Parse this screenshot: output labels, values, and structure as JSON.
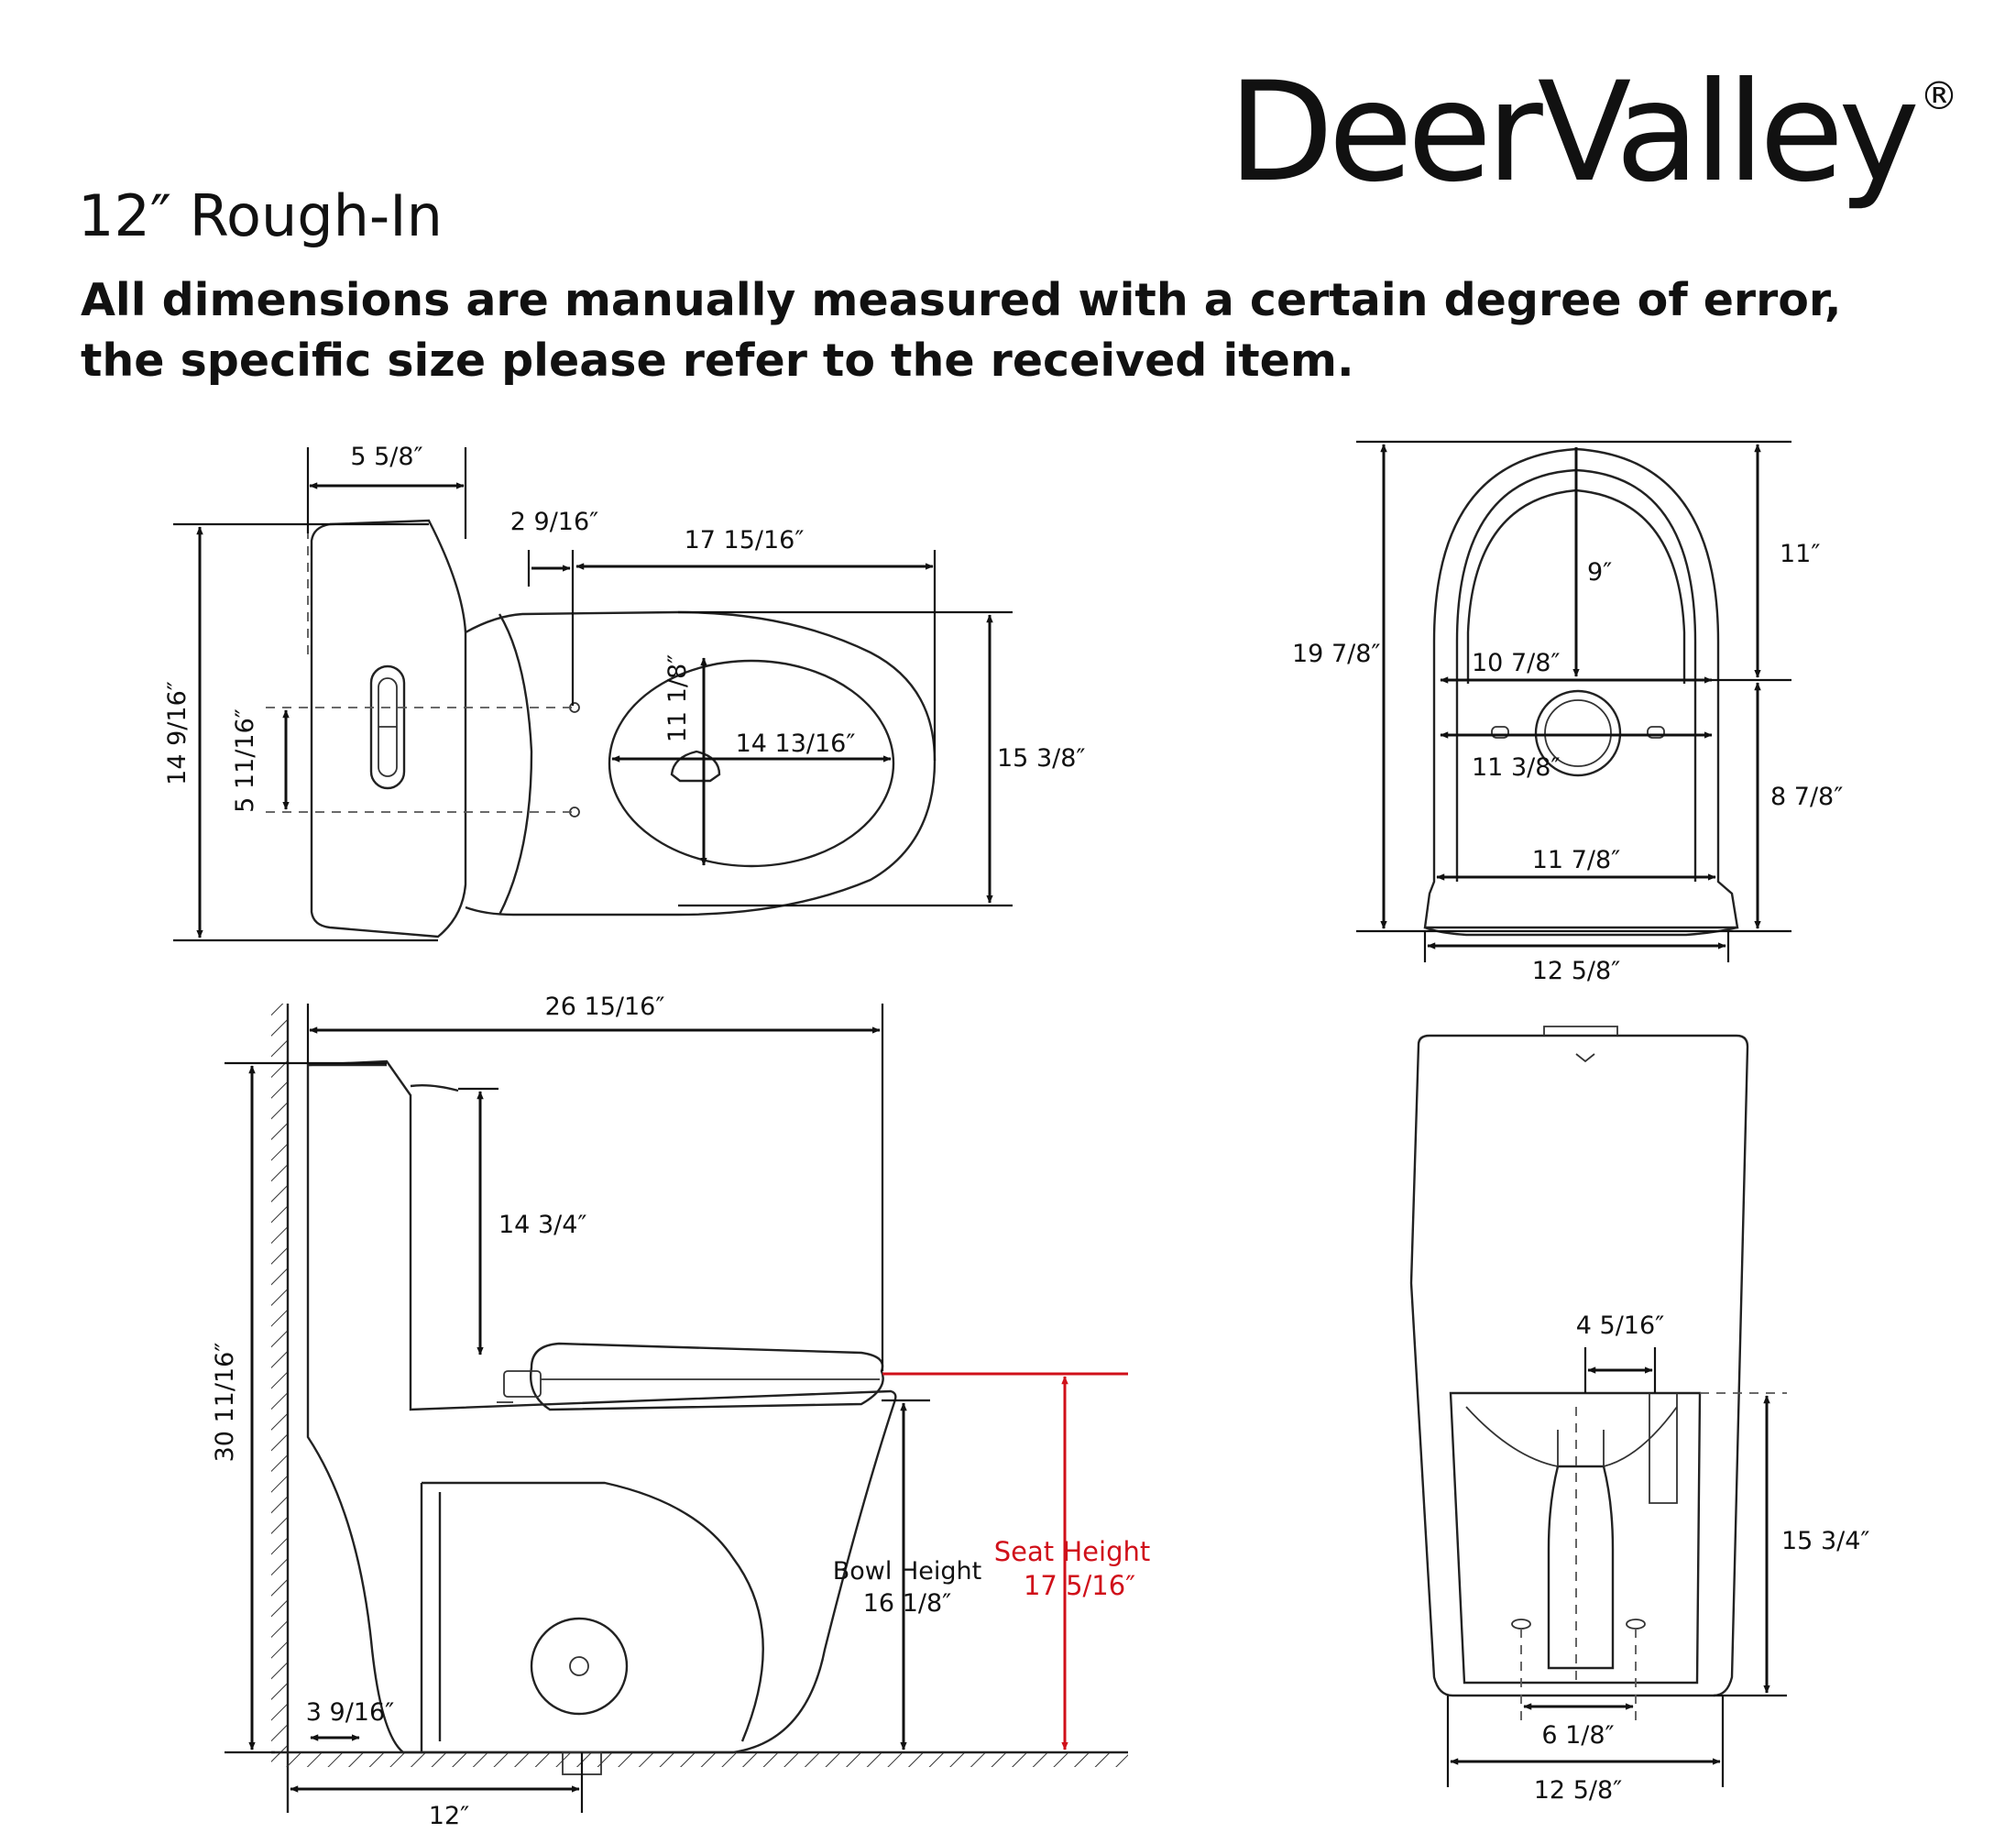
{
  "brand": {
    "name": "DeerValley",
    "mark": "®"
  },
  "heading": {
    "title": "12″ Rough-In",
    "note": "All dimensions are manually measured with a certain degree of error, the specific size please refer to the received item."
  },
  "top_view": {
    "tank_depth": "5 5/8″",
    "rear_offset": "2 9/16″",
    "bowl_length": "17 15/16″",
    "overall_width": "14 9/16″",
    "bolt_spacing": "5 11/16″",
    "bowl_opening_depth": "11 1/8″",
    "bowl_opening_length": "14 13/16″",
    "bowl_width": "15 3/8″"
  },
  "underside_view": {
    "total_depth": "19 7/8″",
    "rear_depth": "11″",
    "center_depth": "9″",
    "rear_width": "10 7/8″",
    "mid_width": "11 3/8″",
    "front_width": "11 7/8″",
    "front_depth": "8 7/8″",
    "base_width": "12 5/8″"
  },
  "side_view": {
    "total_length": "26 15/16″",
    "total_height": "30 11/16″",
    "tank_height": "14 3/4″",
    "bowl_height_label": "Bowl Height",
    "bowl_height": "16 1/8″",
    "seat_height_label": "Seat Height",
    "seat_height": "17 5/16″",
    "wall_gap": "3 9/16″",
    "rough_in": "12″"
  },
  "back_view": {
    "outlet_width": "4 5/16″",
    "base_height": "15 3/4″",
    "bolt_spacing": "6 1/8″",
    "base_width": "12 5/8″"
  },
  "colors": {
    "line": "#111111",
    "seat_height": "#d0101a"
  }
}
